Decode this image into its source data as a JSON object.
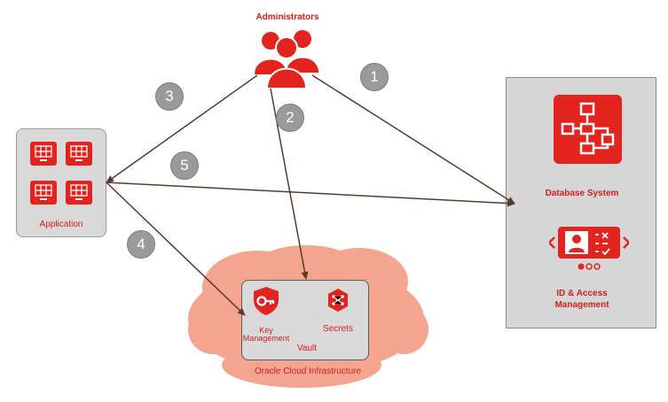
{
  "administrators": {
    "label": "Administrators"
  },
  "application": {
    "label": "Application"
  },
  "database_panel": {
    "database_label": "Database System",
    "iam_label": "ID & Access Management"
  },
  "cloud": {
    "label": "Oracle Cloud Infrastructure",
    "vault": {
      "label": "Vault",
      "key_management_label": "Key Management",
      "secrets_label": "Secrets"
    }
  },
  "steps": [
    "1",
    "2",
    "3",
    "4",
    "5"
  ],
  "colors": {
    "accent_red": "#d4201f",
    "cloud_salmon": "#f4a590",
    "panel_gray": "#d6d6d6",
    "step_gray": "#9a9a9a",
    "arrow_brown": "#5a3a2e"
  }
}
